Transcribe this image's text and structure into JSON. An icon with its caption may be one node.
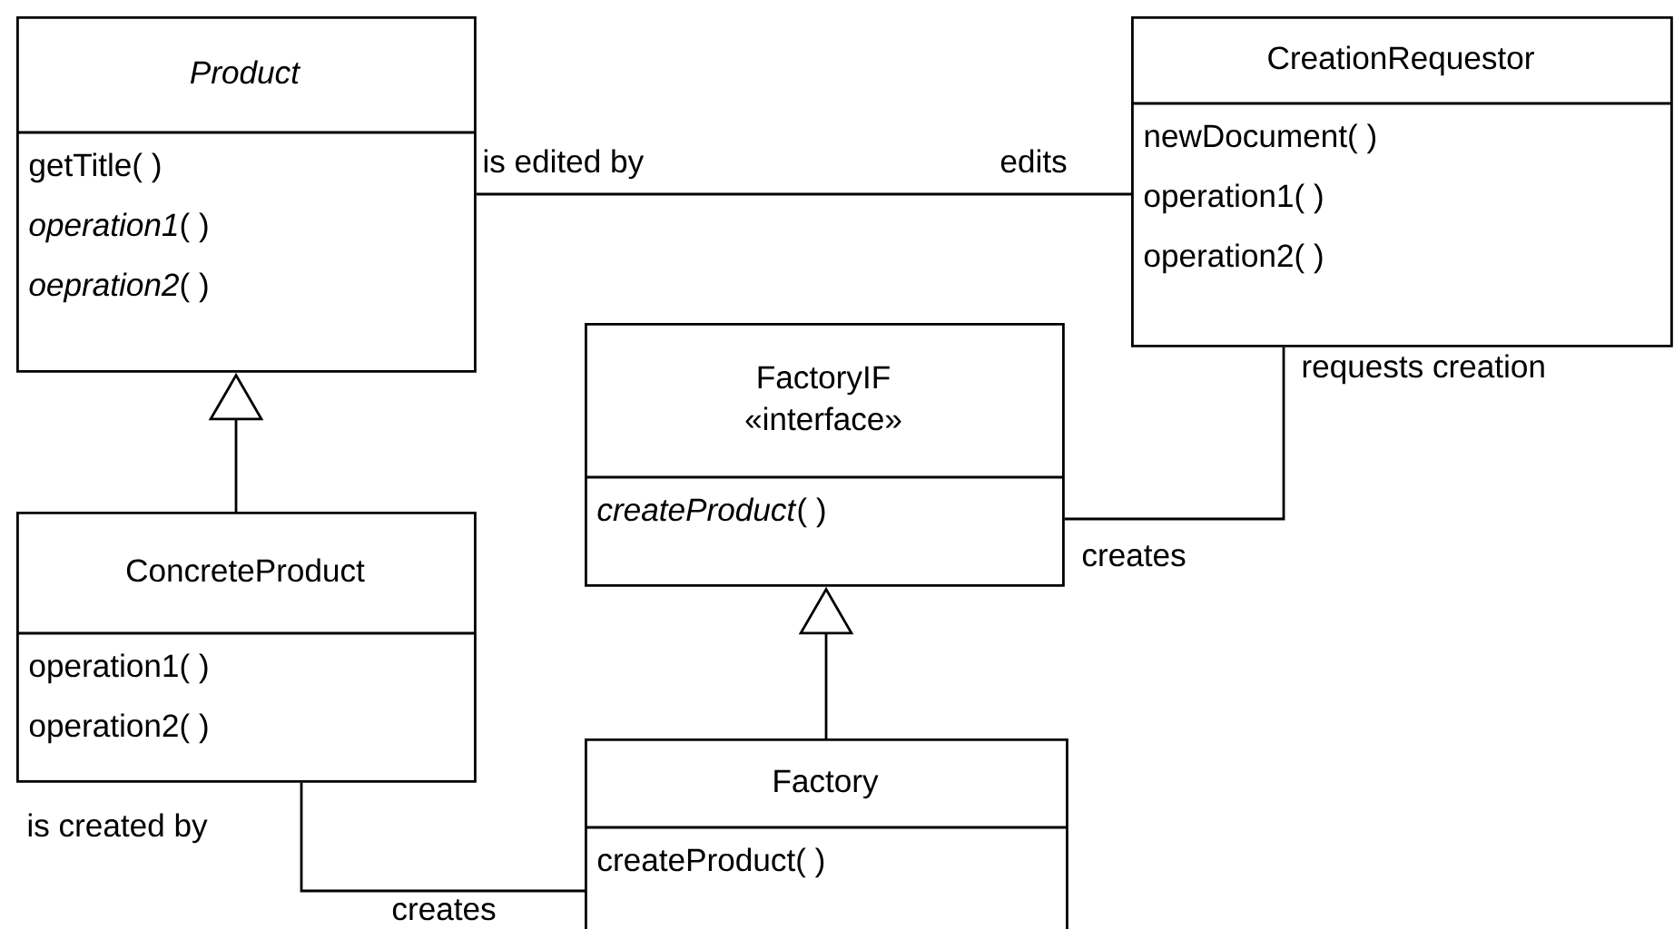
{
  "diagram": {
    "nodes": [
      {
        "text": [
          "*Product*",
          "getTitle( )",
          "*operation1*( )",
          "*oepration2*( )"
        ]
      },
      {
        "text": [
          "CreationRequestor",
          "newDocument( )",
          "operation1( )",
          "operation2( )"
        ]
      },
      {
        "text": [
          "FactoryIF",
          "«interface»",
          "*createProduct*( )"
        ]
      },
      {
        "text": [
          "ConcreteProduct",
          "operation1( )",
          "operation2( )"
        ]
      },
      {
        "text": [
          "Factory",
          "createProduct( )"
        ]
      }
    ],
    "edges": [
      {
        "from": 0,
        "to": 1,
        "arrow": "none"
      },
      {
        "from": 3,
        "to": 0,
        "arrow": "to"
      },
      {
        "from": 1,
        "to": 2,
        "arrow": "none"
      },
      {
        "from": 4,
        "to": 2,
        "arrow": "to"
      },
      {
        "from": 3,
        "to": 4,
        "arrow": "none"
      }
    ],
    "labels": [
      "is edited by",
      "edits",
      "requests creation",
      "creates",
      "is created by",
      "creates"
    ]
  }
}
